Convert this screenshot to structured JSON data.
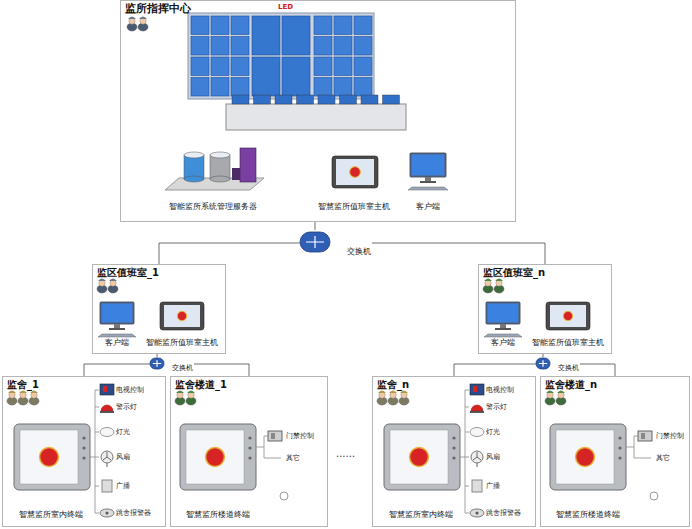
{
  "diagram": {
    "nodes": [
      {
        "text": [
          "监所指挥中心"
        ]
      },
      {
        "text": [
          "智能监所系统管理服务器"
        ],
        "in": 0
      },
      {
        "text": [
          "智慧监所值班室主机"
        ],
        "in": 0
      },
      {
        "text": [
          "客户端"
        ],
        "in": 0
      },
      {
        "text": [
          "交换机"
        ]
      },
      {
        "text": [
          "监区值班室_1"
        ]
      },
      {
        "text": [
          "客户端"
        ],
        "in": 5
      },
      {
        "text": [
          "智能监所值班室主机"
        ],
        "in": 5
      },
      {
        "text": [
          "交换机"
        ]
      },
      {
        "text": [
          "监区值班室_n"
        ]
      },
      {
        "text": [
          "客户端"
        ],
        "in": 9
      },
      {
        "text": [
          "智能监所值班室主机"
        ],
        "in": 9
      },
      {
        "text": [
          "交换机"
        ]
      },
      {
        "text": [
          "监舍_1"
        ]
      },
      {
        "text": [
          "智慧监所室内终端"
        ],
        "in": 13
      },
      {
        "text": [
          "监舍楼道_1"
        ]
      },
      {
        "text": [
          "智慧监所楼道终端"
        ],
        "in": 15
      },
      {
        "text": [
          "监舍_n"
        ]
      },
      {
        "text": [
          "智慧监所室内终端"
        ],
        "in": 17
      },
      {
        "text": [
          "监舍楼道_n"
        ]
      },
      {
        "text": [
          "智慧监所楼道终端"
        ],
        "in": 19
      }
    ],
    "edges": [
      {
        "from": 0,
        "to": 4,
        "arrow": "none"
      },
      {
        "from": 4,
        "to": 5,
        "arrow": "none"
      },
      {
        "from": 4,
        "to": 9,
        "arrow": "none"
      },
      {
        "from": 5,
        "to": 8,
        "arrow": "none"
      },
      {
        "from": 8,
        "to": 13,
        "arrow": "none"
      },
      {
        "from": 8,
        "to": 15,
        "arrow": "none"
      },
      {
        "from": 9,
        "to": 12,
        "arrow": "none"
      },
      {
        "from": 12,
        "to": 17,
        "arrow": "none"
      },
      {
        "from": 12,
        "to": 19,
        "arrow": "none"
      }
    ],
    "labels": [
      "LED",
      "电视控制",
      "警示灯",
      "灯光",
      "风扇",
      "广播",
      "跳舍报警器",
      "门禁控制",
      "其它",
      "......",
      "电视控制",
      "警示灯",
      "灯光",
      "风扇",
      "广播",
      "跳舍报警器",
      "门禁控制",
      "其它"
    ]
  }
}
